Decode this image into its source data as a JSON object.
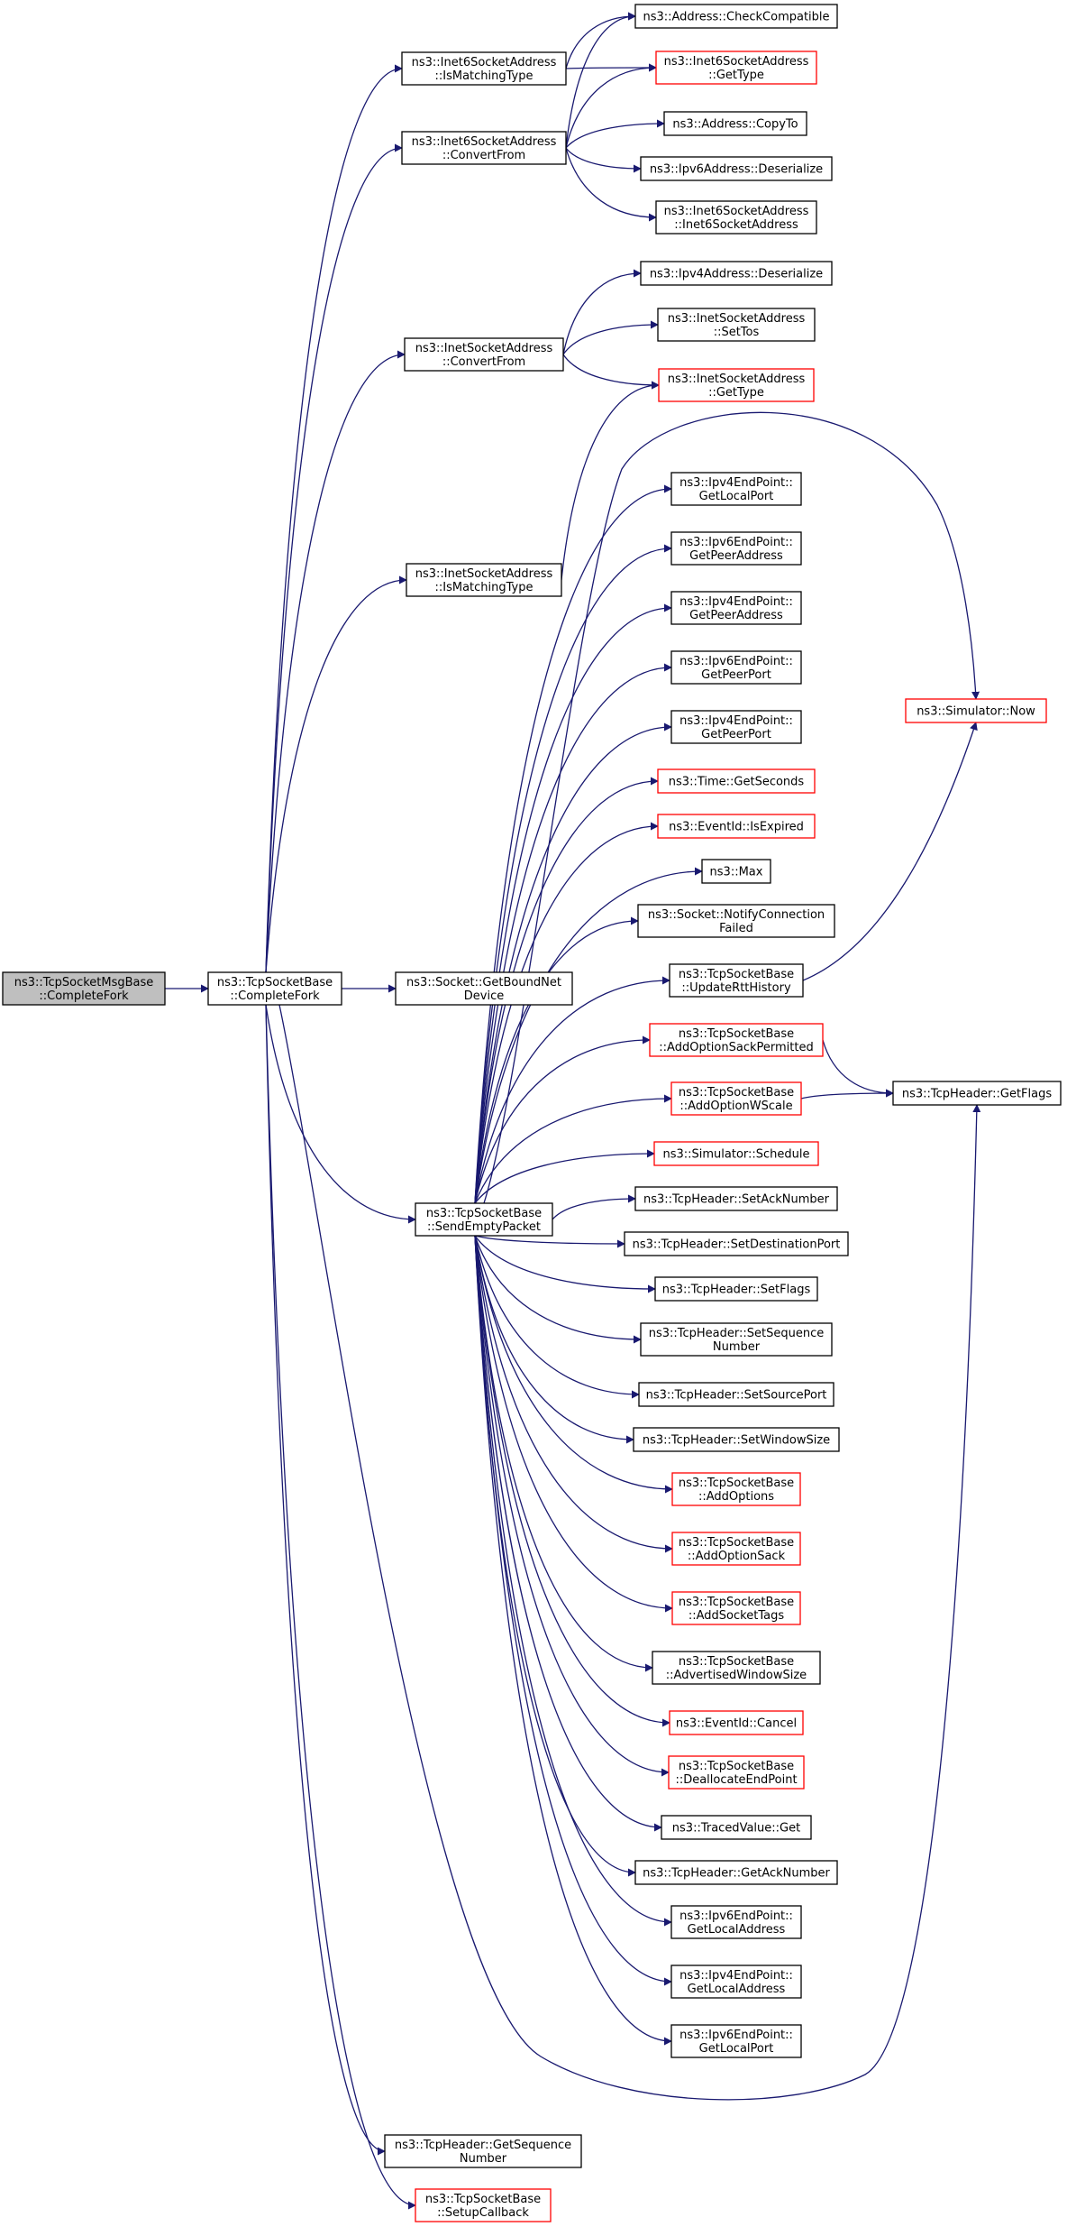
{
  "colors": {
    "edge": "#191970",
    "box_border": "#000000",
    "truncated_border": "#ff0000",
    "root_fill": "#bfbfbf"
  },
  "nodes": [
    {
      "id": "root",
      "lines": [
        "ns3::TcpSocketMsgBase",
        "::CompleteFork"
      ],
      "style": "root"
    },
    {
      "id": "cf",
      "lines": [
        "ns3::TcpSocketBase",
        "::CompleteFork"
      ],
      "style": "normal"
    },
    {
      "id": "i6match",
      "lines": [
        "ns3::Inet6SocketAddress",
        "::IsMatchingType"
      ],
      "style": "normal"
    },
    {
      "id": "i6conv",
      "lines": [
        "ns3::Inet6SocketAddress",
        "::ConvertFrom"
      ],
      "style": "normal"
    },
    {
      "id": "iconv",
      "lines": [
        "ns3::InetSocketAddress",
        "::ConvertFrom"
      ],
      "style": "normal"
    },
    {
      "id": "imatch",
      "lines": [
        "ns3::InetSocketAddress",
        "::IsMatchingType"
      ],
      "style": "normal"
    },
    {
      "id": "boundnet",
      "lines": [
        "ns3::Socket::GetBoundNet",
        "Device"
      ],
      "style": "normal"
    },
    {
      "id": "sep",
      "lines": [
        "ns3::TcpSocketBase",
        "::SendEmptyPacket"
      ],
      "style": "normal"
    },
    {
      "id": "getseq",
      "lines": [
        "ns3::TcpHeader::GetSequence",
        "Number"
      ],
      "style": "normal"
    },
    {
      "id": "setupcb",
      "lines": [
        "ns3::TcpSocketBase",
        "::SetupCallback"
      ],
      "style": "red"
    },
    {
      "id": "addrcheck",
      "lines": [
        "ns3::Address::CheckCompatible"
      ],
      "style": "normal"
    },
    {
      "id": "i6type",
      "lines": [
        "ns3::Inet6SocketAddress",
        "::GetType"
      ],
      "style": "red"
    },
    {
      "id": "copyto",
      "lines": [
        "ns3::Address::CopyTo"
      ],
      "style": "normal"
    },
    {
      "id": "ip6deser",
      "lines": [
        "ns3::Ipv6Address::Deserialize"
      ],
      "style": "normal"
    },
    {
      "id": "i6ctor",
      "lines": [
        "ns3::Inet6SocketAddress",
        "::Inet6SocketAddress"
      ],
      "style": "normal"
    },
    {
      "id": "ip4deser",
      "lines": [
        "ns3::Ipv4Address::Deserialize"
      ],
      "style": "normal"
    },
    {
      "id": "settos",
      "lines": [
        "ns3::InetSocketAddress",
        "::SetTos"
      ],
      "style": "normal"
    },
    {
      "id": "itype",
      "lines": [
        "ns3::InetSocketAddress",
        "::GetType"
      ],
      "style": "red"
    },
    {
      "id": "ep4lport",
      "lines": [
        "ns3::Ipv4EndPoint::",
        "GetLocalPort"
      ],
      "style": "normal"
    },
    {
      "id": "ep6paddr",
      "lines": [
        "ns3::Ipv6EndPoint::",
        "GetPeerAddress"
      ],
      "style": "normal"
    },
    {
      "id": "ep4paddr",
      "lines": [
        "ns3::Ipv4EndPoint::",
        "GetPeerAddress"
      ],
      "style": "normal"
    },
    {
      "id": "ep6pport",
      "lines": [
        "ns3::Ipv6EndPoint::",
        "GetPeerPort"
      ],
      "style": "normal"
    },
    {
      "id": "ep4pport",
      "lines": [
        "ns3::Ipv4EndPoint::",
        "GetPeerPort"
      ],
      "style": "normal"
    },
    {
      "id": "getsec",
      "lines": [
        "ns3::Time::GetSeconds"
      ],
      "style": "red"
    },
    {
      "id": "isexp",
      "lines": [
        "ns3::EventId::IsExpired"
      ],
      "style": "red"
    },
    {
      "id": "max",
      "lines": [
        "ns3::Max"
      ],
      "style": "normal"
    },
    {
      "id": "notifyconn",
      "lines": [
        "ns3::Socket::NotifyConnection",
        "Failed"
      ],
      "style": "normal"
    },
    {
      "id": "updrtt",
      "lines": [
        "ns3::TcpSocketBase",
        "::UpdateRttHistory"
      ],
      "style": "normal"
    },
    {
      "id": "addsackp",
      "lines": [
        "ns3::TcpSocketBase",
        "::AddOptionSackPermitted"
      ],
      "style": "red"
    },
    {
      "id": "addwscale",
      "lines": [
        "ns3::TcpSocketBase",
        "::AddOptionWScale"
      ],
      "style": "red"
    },
    {
      "id": "schedule",
      "lines": [
        "ns3::Simulator::Schedule"
      ],
      "style": "red"
    },
    {
      "id": "setack",
      "lines": [
        "ns3::TcpHeader::SetAckNumber"
      ],
      "style": "normal"
    },
    {
      "id": "setdst",
      "lines": [
        "ns3::TcpHeader::SetDestinationPort"
      ],
      "style": "normal"
    },
    {
      "id": "setflags",
      "lines": [
        "ns3::TcpHeader::SetFlags"
      ],
      "style": "normal"
    },
    {
      "id": "setseq",
      "lines": [
        "ns3::TcpHeader::SetSequence",
        "Number"
      ],
      "style": "normal"
    },
    {
      "id": "setsrc",
      "lines": [
        "ns3::TcpHeader::SetSourcePort"
      ],
      "style": "normal"
    },
    {
      "id": "setwin",
      "lines": [
        "ns3::TcpHeader::SetWindowSize"
      ],
      "style": "normal"
    },
    {
      "id": "addopts",
      "lines": [
        "ns3::TcpSocketBase",
        "::AddOptions"
      ],
      "style": "red"
    },
    {
      "id": "addsack",
      "lines": [
        "ns3::TcpSocketBase",
        "::AddOptionSack"
      ],
      "style": "red"
    },
    {
      "id": "addtags",
      "lines": [
        "ns3::TcpSocketBase",
        "::AddSocketTags"
      ],
      "style": "red"
    },
    {
      "id": "advwin",
      "lines": [
        "ns3::TcpSocketBase",
        "::AdvertisedWindowSize"
      ],
      "style": "normal"
    },
    {
      "id": "cancel",
      "lines": [
        "ns3::EventId::Cancel"
      ],
      "style": "red"
    },
    {
      "id": "dealloc",
      "lines": [
        "ns3::TcpSocketBase",
        "::DeallocateEndPoint"
      ],
      "style": "red"
    },
    {
      "id": "tracedget",
      "lines": [
        "ns3::TracedValue::Get"
      ],
      "style": "normal"
    },
    {
      "id": "getack",
      "lines": [
        "ns3::TcpHeader::GetAckNumber"
      ],
      "style": "normal"
    },
    {
      "id": "ep6laddr",
      "lines": [
        "ns3::Ipv6EndPoint::",
        "GetLocalAddress"
      ],
      "style": "normal"
    },
    {
      "id": "ep4laddr",
      "lines": [
        "ns3::Ipv4EndPoint::",
        "GetLocalAddress"
      ],
      "style": "normal"
    },
    {
      "id": "ep6lport",
      "lines": [
        "ns3::Ipv6EndPoint::",
        "GetLocalPort"
      ],
      "style": "normal"
    },
    {
      "id": "simnow",
      "lines": [
        "ns3::Simulator::Now"
      ],
      "style": "red"
    },
    {
      "id": "getflags",
      "lines": [
        "ns3::TcpHeader::GetFlags"
      ],
      "style": "normal"
    }
  ],
  "edges": [
    [
      "root",
      "cf"
    ],
    [
      "cf",
      "i6match"
    ],
    [
      "cf",
      "i6conv"
    ],
    [
      "cf",
      "iconv"
    ],
    [
      "cf",
      "imatch"
    ],
    [
      "cf",
      "boundnet"
    ],
    [
      "cf",
      "sep"
    ],
    [
      "cf",
      "getseq"
    ],
    [
      "cf",
      "setupcb"
    ],
    [
      "cf",
      "getflags"
    ],
    [
      "i6match",
      "addrcheck"
    ],
    [
      "i6match",
      "i6type"
    ],
    [
      "i6conv",
      "addrcheck"
    ],
    [
      "i6conv",
      "i6type"
    ],
    [
      "i6conv",
      "copyto"
    ],
    [
      "i6conv",
      "ip6deser"
    ],
    [
      "i6conv",
      "i6ctor"
    ],
    [
      "iconv",
      "ip4deser"
    ],
    [
      "iconv",
      "settos"
    ],
    [
      "iconv",
      "itype"
    ],
    [
      "imatch",
      "itype"
    ],
    [
      "sep",
      "simnow"
    ],
    [
      "sep",
      "ep4lport"
    ],
    [
      "sep",
      "ep6paddr"
    ],
    [
      "sep",
      "ep4paddr"
    ],
    [
      "sep",
      "ep6pport"
    ],
    [
      "sep",
      "ep4pport"
    ],
    [
      "sep",
      "getsec"
    ],
    [
      "sep",
      "isexp"
    ],
    [
      "sep",
      "max"
    ],
    [
      "sep",
      "notifyconn"
    ],
    [
      "sep",
      "updrtt"
    ],
    [
      "sep",
      "addsackp"
    ],
    [
      "sep",
      "addwscale"
    ],
    [
      "sep",
      "schedule"
    ],
    [
      "sep",
      "setack"
    ],
    [
      "sep",
      "setdst"
    ],
    [
      "sep",
      "setflags"
    ],
    [
      "sep",
      "setseq"
    ],
    [
      "sep",
      "setsrc"
    ],
    [
      "sep",
      "setwin"
    ],
    [
      "sep",
      "addopts"
    ],
    [
      "sep",
      "addsack"
    ],
    [
      "sep",
      "addtags"
    ],
    [
      "sep",
      "advwin"
    ],
    [
      "sep",
      "cancel"
    ],
    [
      "sep",
      "dealloc"
    ],
    [
      "sep",
      "tracedget"
    ],
    [
      "sep",
      "getack"
    ],
    [
      "sep",
      "ep6laddr"
    ],
    [
      "sep",
      "ep4laddr"
    ],
    [
      "sep",
      "ep6lport"
    ],
    [
      "updrtt",
      "simnow"
    ],
    [
      "addsackp",
      "getflags"
    ],
    [
      "addwscale",
      "getflags"
    ]
  ]
}
